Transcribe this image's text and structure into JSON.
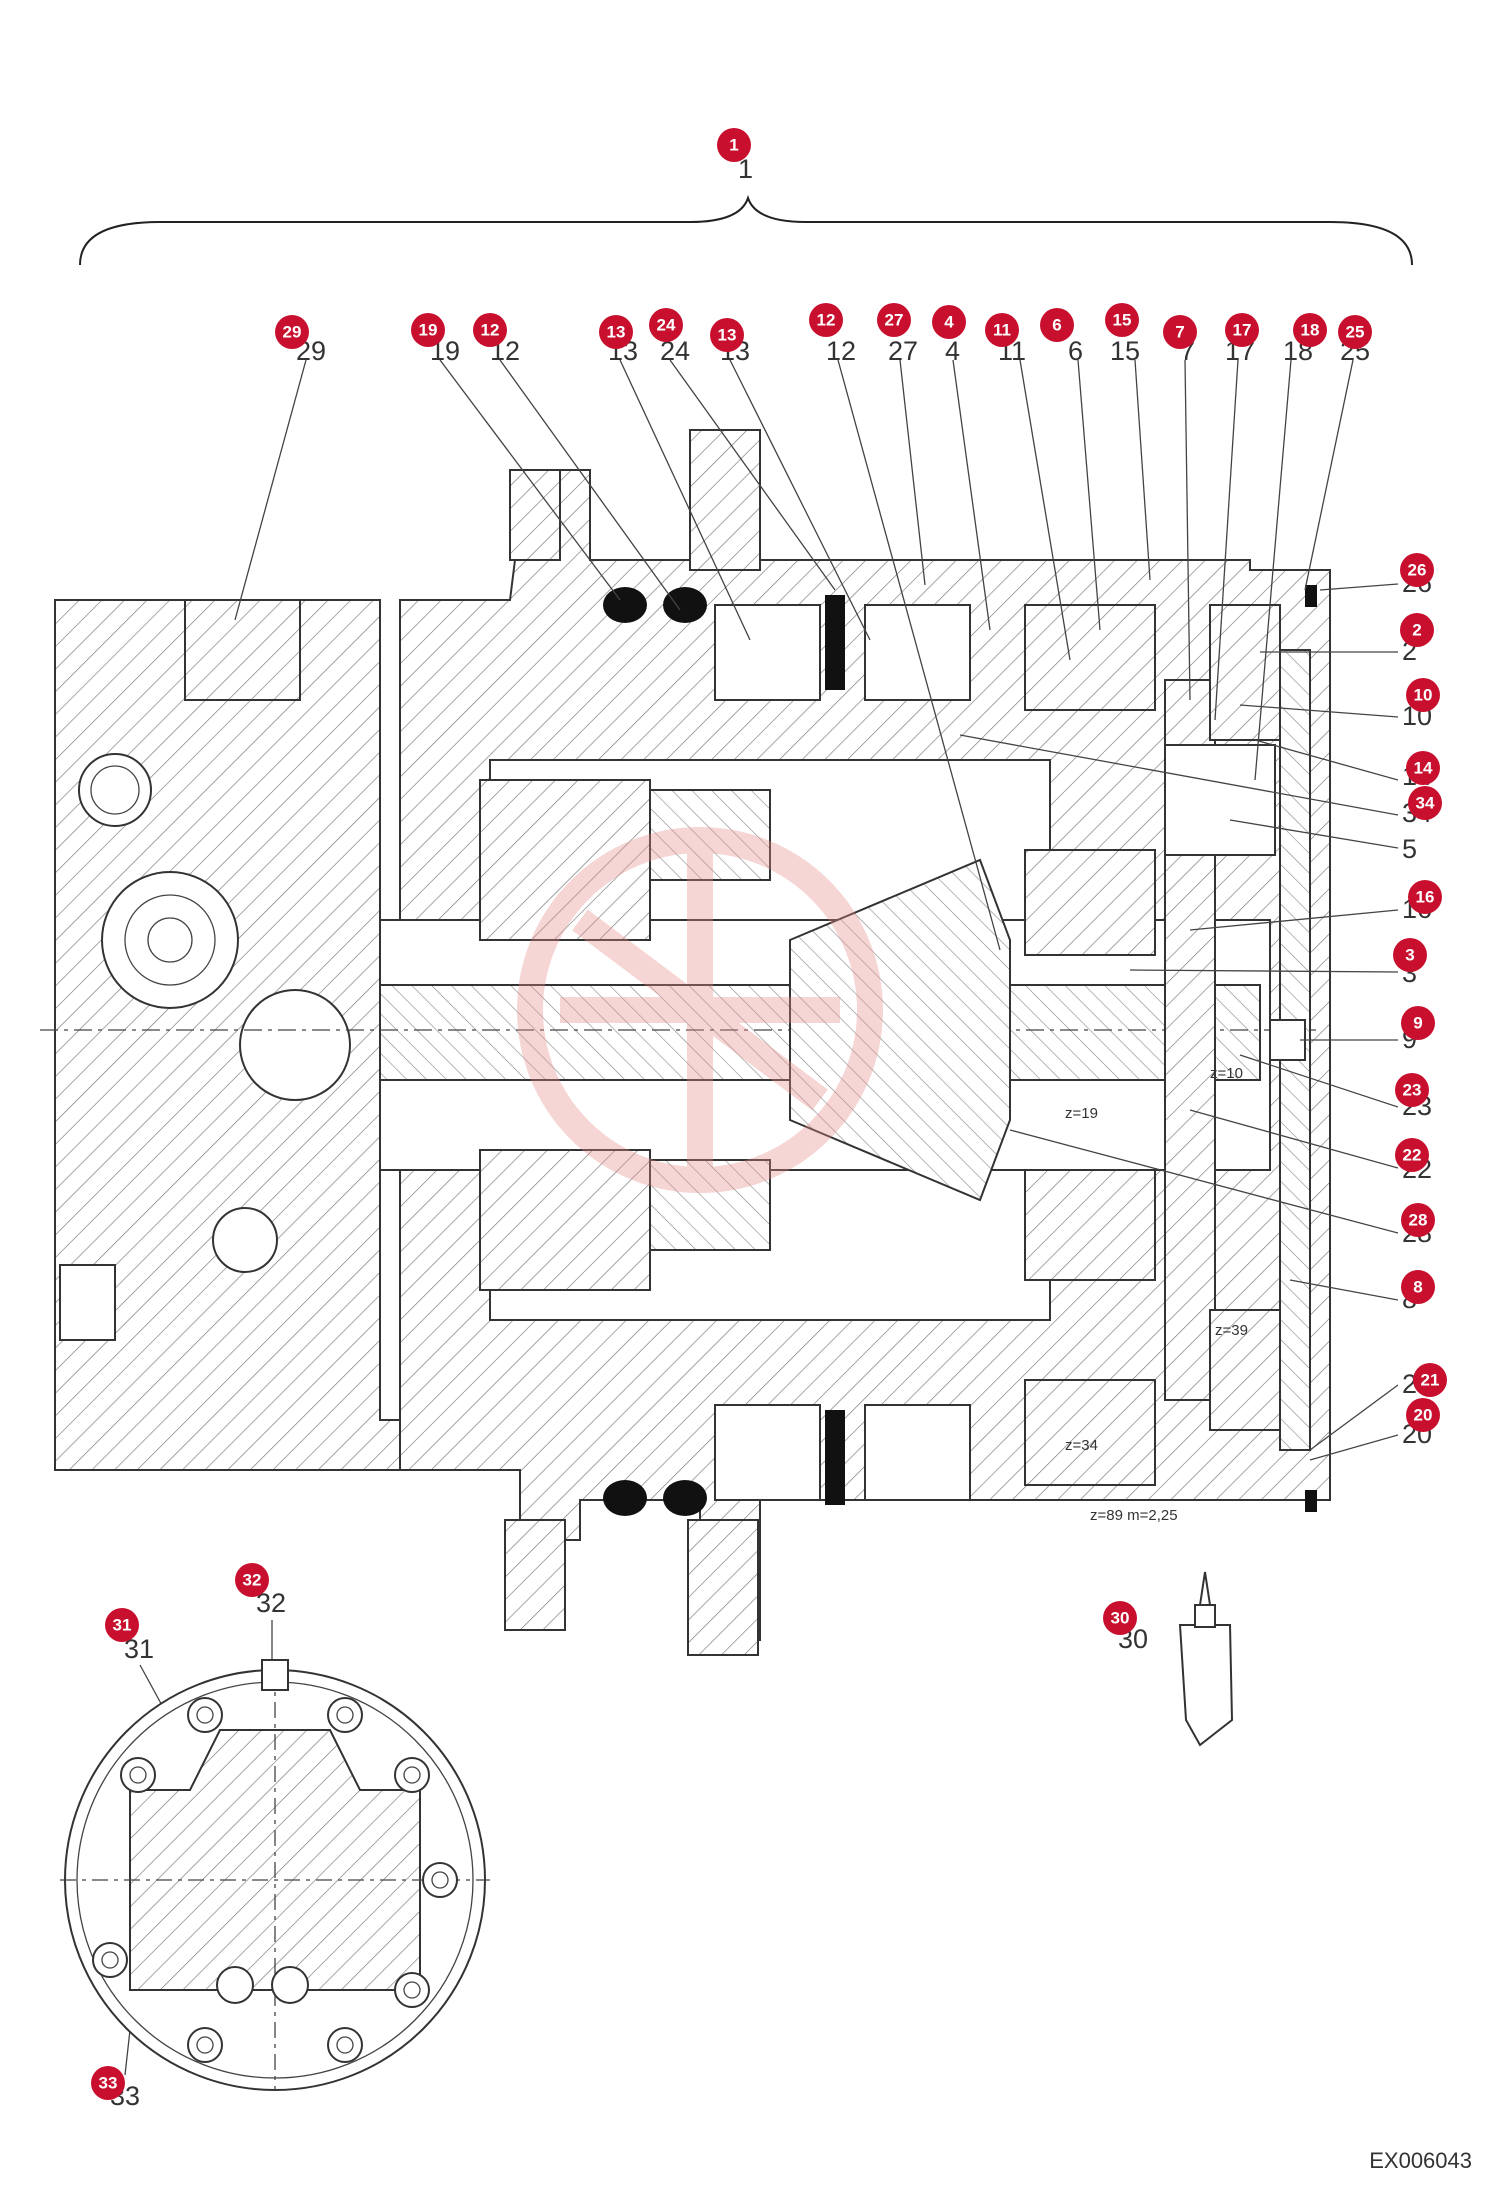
{
  "diagram": {
    "doc_code": "EX006043",
    "gear_labels": [
      "z=19",
      "z=10",
      "z=39",
      "z=34",
      "z=89  m=2,25"
    ],
    "callouts": [
      "1",
      "29",
      "19",
      "12",
      "13",
      "24",
      "13",
      "12",
      "27",
      "4",
      "11",
      "6",
      "15",
      "7",
      "17",
      "18",
      "25",
      "26",
      "2",
      "10",
      "14",
      "34",
      "5",
      "16",
      "3",
      "9",
      "23",
      "22",
      "28",
      "8",
      "21",
      "20",
      "30",
      "32",
      "31",
      "33"
    ]
  },
  "colors": {
    "callout": "#c8102e",
    "line": "#222222",
    "watermark": "#e88a8a"
  }
}
